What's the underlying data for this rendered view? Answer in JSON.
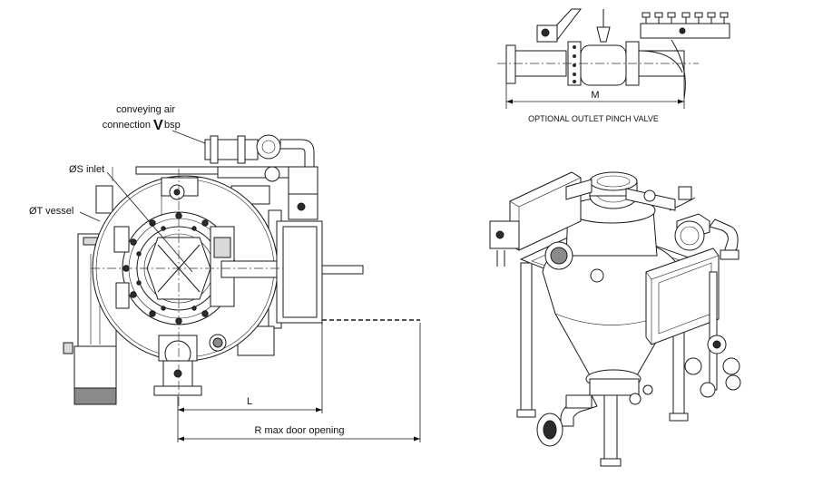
{
  "labels": {
    "conveying_air_line1": "conveying air",
    "conveying_air_connection": "connection",
    "conveying_air_v": "V",
    "conveying_air_bsp": "bsp",
    "inlet": "ØS inlet",
    "vessel": "ØT vessel",
    "dim_l": "L",
    "dim_r": "R max door opening",
    "dim_m": "M",
    "optional_valve_caption": "OPTIONAL OUTLET PINCH VALVE"
  }
}
